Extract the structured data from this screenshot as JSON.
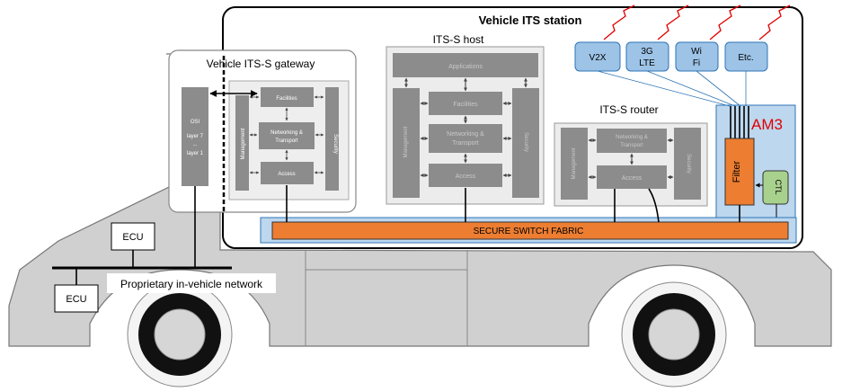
{
  "station": {
    "title": "Vehicle ITS station"
  },
  "gateway": {
    "title": "Vehicle ITS-S gateway",
    "osi": [
      "OSI",
      "layer 7",
      "...",
      "layer 1"
    ],
    "management": "Management",
    "security": "Security",
    "facilities": "Facilities",
    "networking": [
      "Networking &",
      "Transport"
    ],
    "access": "Access"
  },
  "host": {
    "title": "ITS-S host",
    "applications": "Applications",
    "management": "Management",
    "security": "Security",
    "facilities": "Facilities",
    "networking": [
      "Networking &",
      "Transport"
    ],
    "access": "Access"
  },
  "router": {
    "title": "ITS-S router",
    "management": "Management",
    "security": "Security",
    "networking": [
      "Networking &",
      "Transport"
    ],
    "access": "Access"
  },
  "radios": [
    {
      "lines": [
        "V2X"
      ]
    },
    {
      "lines": [
        "3G",
        "LTE"
      ]
    },
    {
      "lines": [
        "Wi",
        "Fi"
      ]
    },
    {
      "lines": [
        "Etc."
      ]
    }
  ],
  "am3": {
    "label": "AM3",
    "filter": "Filter",
    "ctl": "CTL"
  },
  "switch_fabric": "SECURE SWITCH FABRIC",
  "ecus": [
    "ECU",
    "ECU"
  ],
  "network_label": "Proprietary in-vehicle network",
  "colors": {
    "orange": "#ed7d31",
    "radio_fill": "#9dc3e6",
    "am3_fill": "#bdd7ee",
    "ctl_fill": "#a9d18e",
    "red": "#e00000",
    "car": "#d0d0d0"
  }
}
